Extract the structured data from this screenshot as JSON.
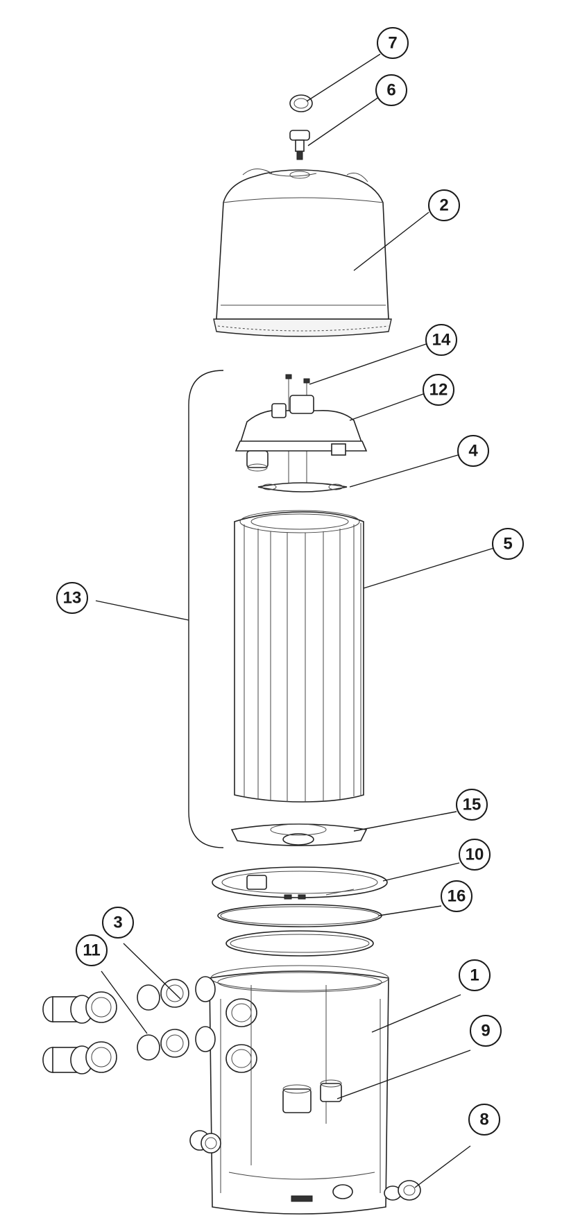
{
  "diagram": {
    "callouts": [
      {
        "id": "c7",
        "label": "7"
      },
      {
        "id": "c6",
        "label": "6"
      },
      {
        "id": "c2",
        "label": "2"
      },
      {
        "id": "c14",
        "label": "14"
      },
      {
        "id": "c12",
        "label": "12"
      },
      {
        "id": "c4",
        "label": "4"
      },
      {
        "id": "c5",
        "label": "5"
      },
      {
        "id": "c13",
        "label": "13"
      },
      {
        "id": "c15",
        "label": "15"
      },
      {
        "id": "c10",
        "label": "10"
      },
      {
        "id": "c16",
        "label": "16"
      },
      {
        "id": "c3",
        "label": "3"
      },
      {
        "id": "c11",
        "label": "11"
      },
      {
        "id": "c1",
        "label": "1"
      },
      {
        "id": "c9",
        "label": "9"
      },
      {
        "id": "c8",
        "label": "8"
      }
    ]
  }
}
